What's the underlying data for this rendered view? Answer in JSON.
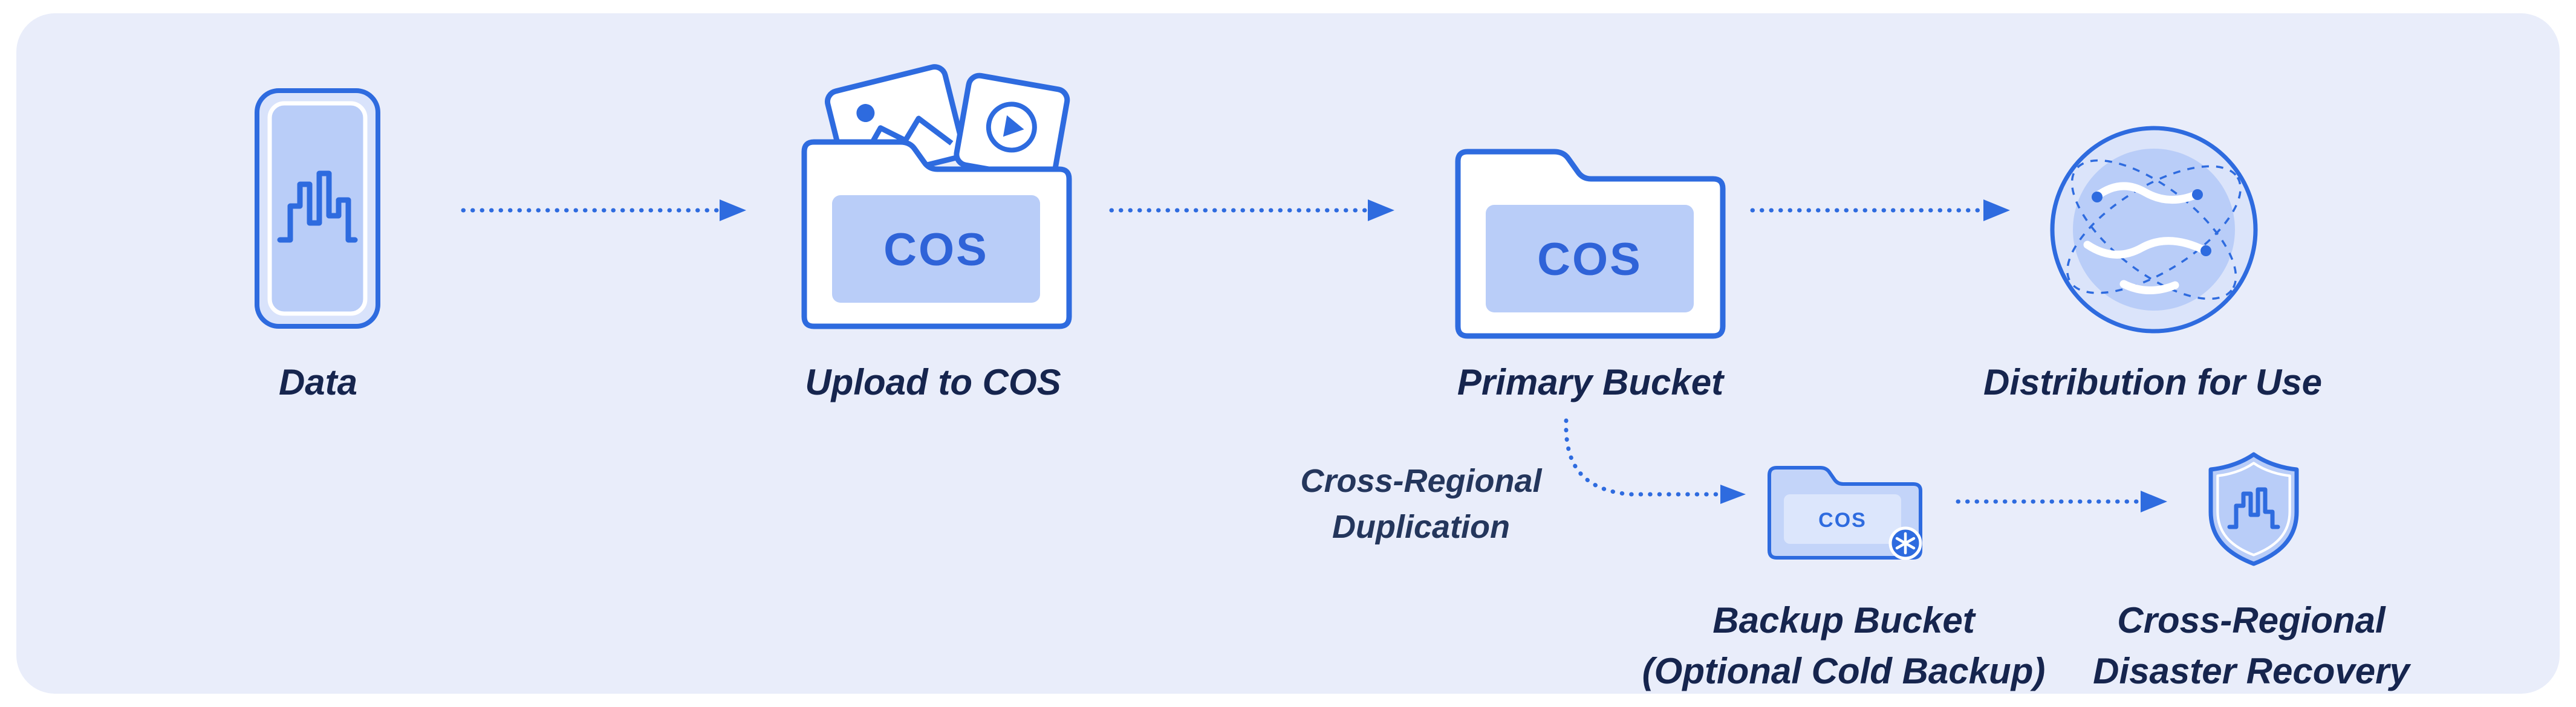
{
  "colors": {
    "page_bg": "#ffffff",
    "panel_bg": "#e9edfa",
    "line_blue": "#2e6bdf",
    "fill_blue_light": "#b9cdf8",
    "fill_blue_pale": "#d9e3fb",
    "cos_text_blue": "#2f63d8",
    "label_dark": "#16254e"
  },
  "icons": {
    "data": "device-waveform-icon",
    "upload": "folder-cos-with-media-icon",
    "primary": "folder-cos-icon",
    "distribution": "globe-network-icon",
    "backup": "folder-cos-snowflake-icon",
    "recovery": "shield-waveform-icon"
  },
  "nodes": {
    "data": {
      "label": "Data"
    },
    "upload": {
      "label": "Upload to COS",
      "cos": "COS"
    },
    "primary": {
      "label": "Primary Bucket",
      "cos": "COS"
    },
    "distribution": {
      "label": "Distribution for Use"
    },
    "backup": {
      "line1": "Backup Bucket",
      "line2": "(Optional Cold Backup)",
      "cos": "COS"
    },
    "recovery": {
      "line1": "Cross-Regional",
      "line2": "Disaster Recovery"
    }
  },
  "edges": {
    "duplication": {
      "line1": "Cross-Regional",
      "line2": "Duplication"
    }
  }
}
